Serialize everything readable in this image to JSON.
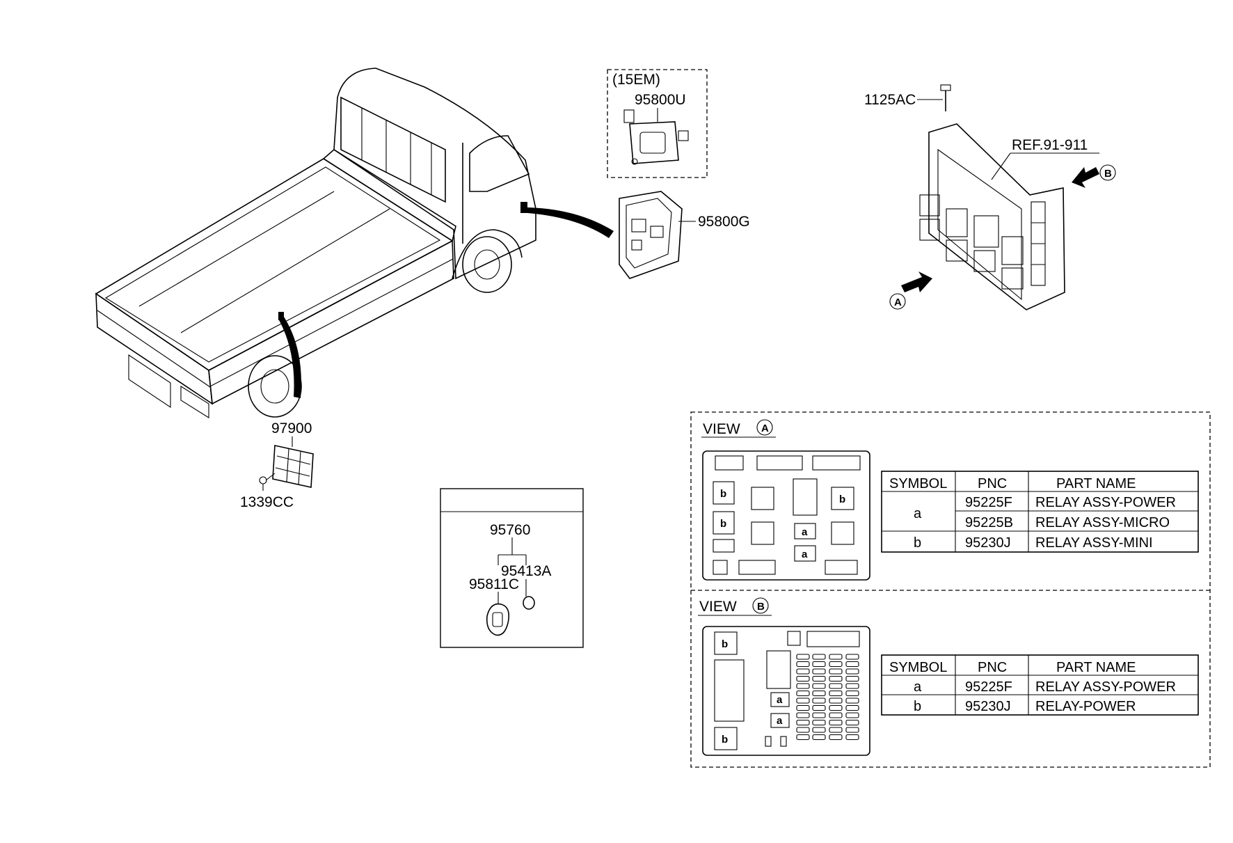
{
  "labels": {
    "p15em": "(15EM)",
    "p95800u": "95800U",
    "p95800g": "95800G",
    "p1125ac": "1125AC",
    "ref": "REF.91-911",
    "p97900": "97900",
    "p1339cc": "1339CC",
    "p95760": "95760",
    "p95413a": "95413A",
    "p95811c": "95811C",
    "arrowA": "A",
    "arrowB": "B"
  },
  "viewA": {
    "title": "VIEW",
    "marker": "A",
    "slot_b": "b",
    "slot_a": "a",
    "table": {
      "headers": [
        "SYMBOL",
        "PNC",
        "PART NAME"
      ],
      "rows": [
        {
          "symbol": "a",
          "pnc": "95225F",
          "name": "RELAY ASSY-POWER"
        },
        {
          "symbol": "",
          "pnc": "95225B",
          "name": "RELAY ASSY-MICRO"
        },
        {
          "symbol": "b",
          "pnc": "95230J",
          "name": "RELAY ASSY-MINI"
        }
      ]
    }
  },
  "viewB": {
    "title": "VIEW",
    "marker": "B",
    "slot_b": "b",
    "slot_a": "a",
    "table": {
      "headers": [
        "SYMBOL",
        "PNC",
        "PART NAME"
      ],
      "rows": [
        {
          "symbol": "a",
          "pnc": "95225F",
          "name": "RELAY ASSY-POWER"
        },
        {
          "symbol": "b",
          "pnc": "95230J",
          "name": "RELAY-POWER"
        }
      ]
    }
  }
}
